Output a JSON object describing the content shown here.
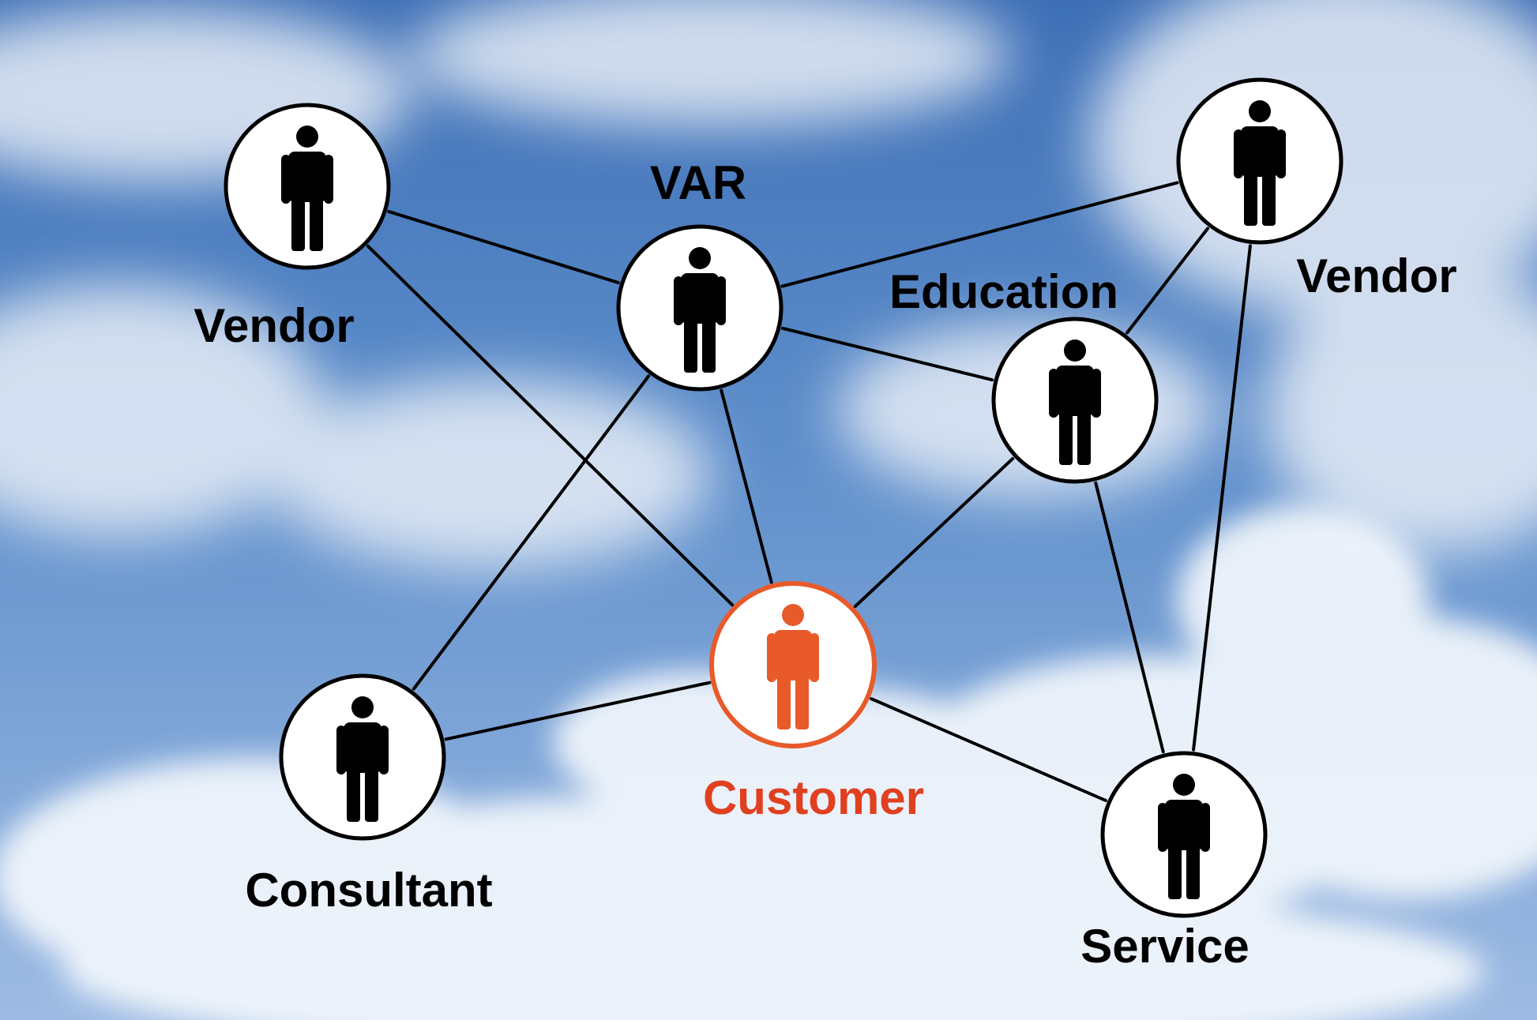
{
  "colors": {
    "sky_top": "#3f72b8",
    "sky_mid": "#6f9bd2",
    "sky_low": "#a9c3e6",
    "cloud": "#f4f7fb",
    "node_stroke": "#000000",
    "node_fill": "#ffffff",
    "figure": "#000000",
    "highlight": "#e85a2a",
    "highlight_label": "#e0401f",
    "line": "#000000"
  },
  "icons": {
    "person": "person-icon"
  },
  "nodes": {
    "vendor_left": {
      "label": "Vendor"
    },
    "var": {
      "label": "VAR"
    },
    "vendor_right": {
      "label": "Vendor"
    },
    "education": {
      "label": "Education"
    },
    "customer": {
      "label": "Customer",
      "highlighted": true
    },
    "consultant": {
      "label": "Consultant"
    },
    "service": {
      "label": "Service"
    }
  },
  "edges": [
    [
      "vendor_left",
      "var"
    ],
    [
      "vendor_left",
      "customer"
    ],
    [
      "var",
      "vendor_right"
    ],
    [
      "var",
      "education"
    ],
    [
      "var",
      "customer"
    ],
    [
      "var",
      "consultant"
    ],
    [
      "vendor_right",
      "education"
    ],
    [
      "vendor_right",
      "service"
    ],
    [
      "education",
      "customer"
    ],
    [
      "education",
      "service"
    ],
    [
      "customer",
      "consultant"
    ],
    [
      "customer",
      "service"
    ]
  ]
}
